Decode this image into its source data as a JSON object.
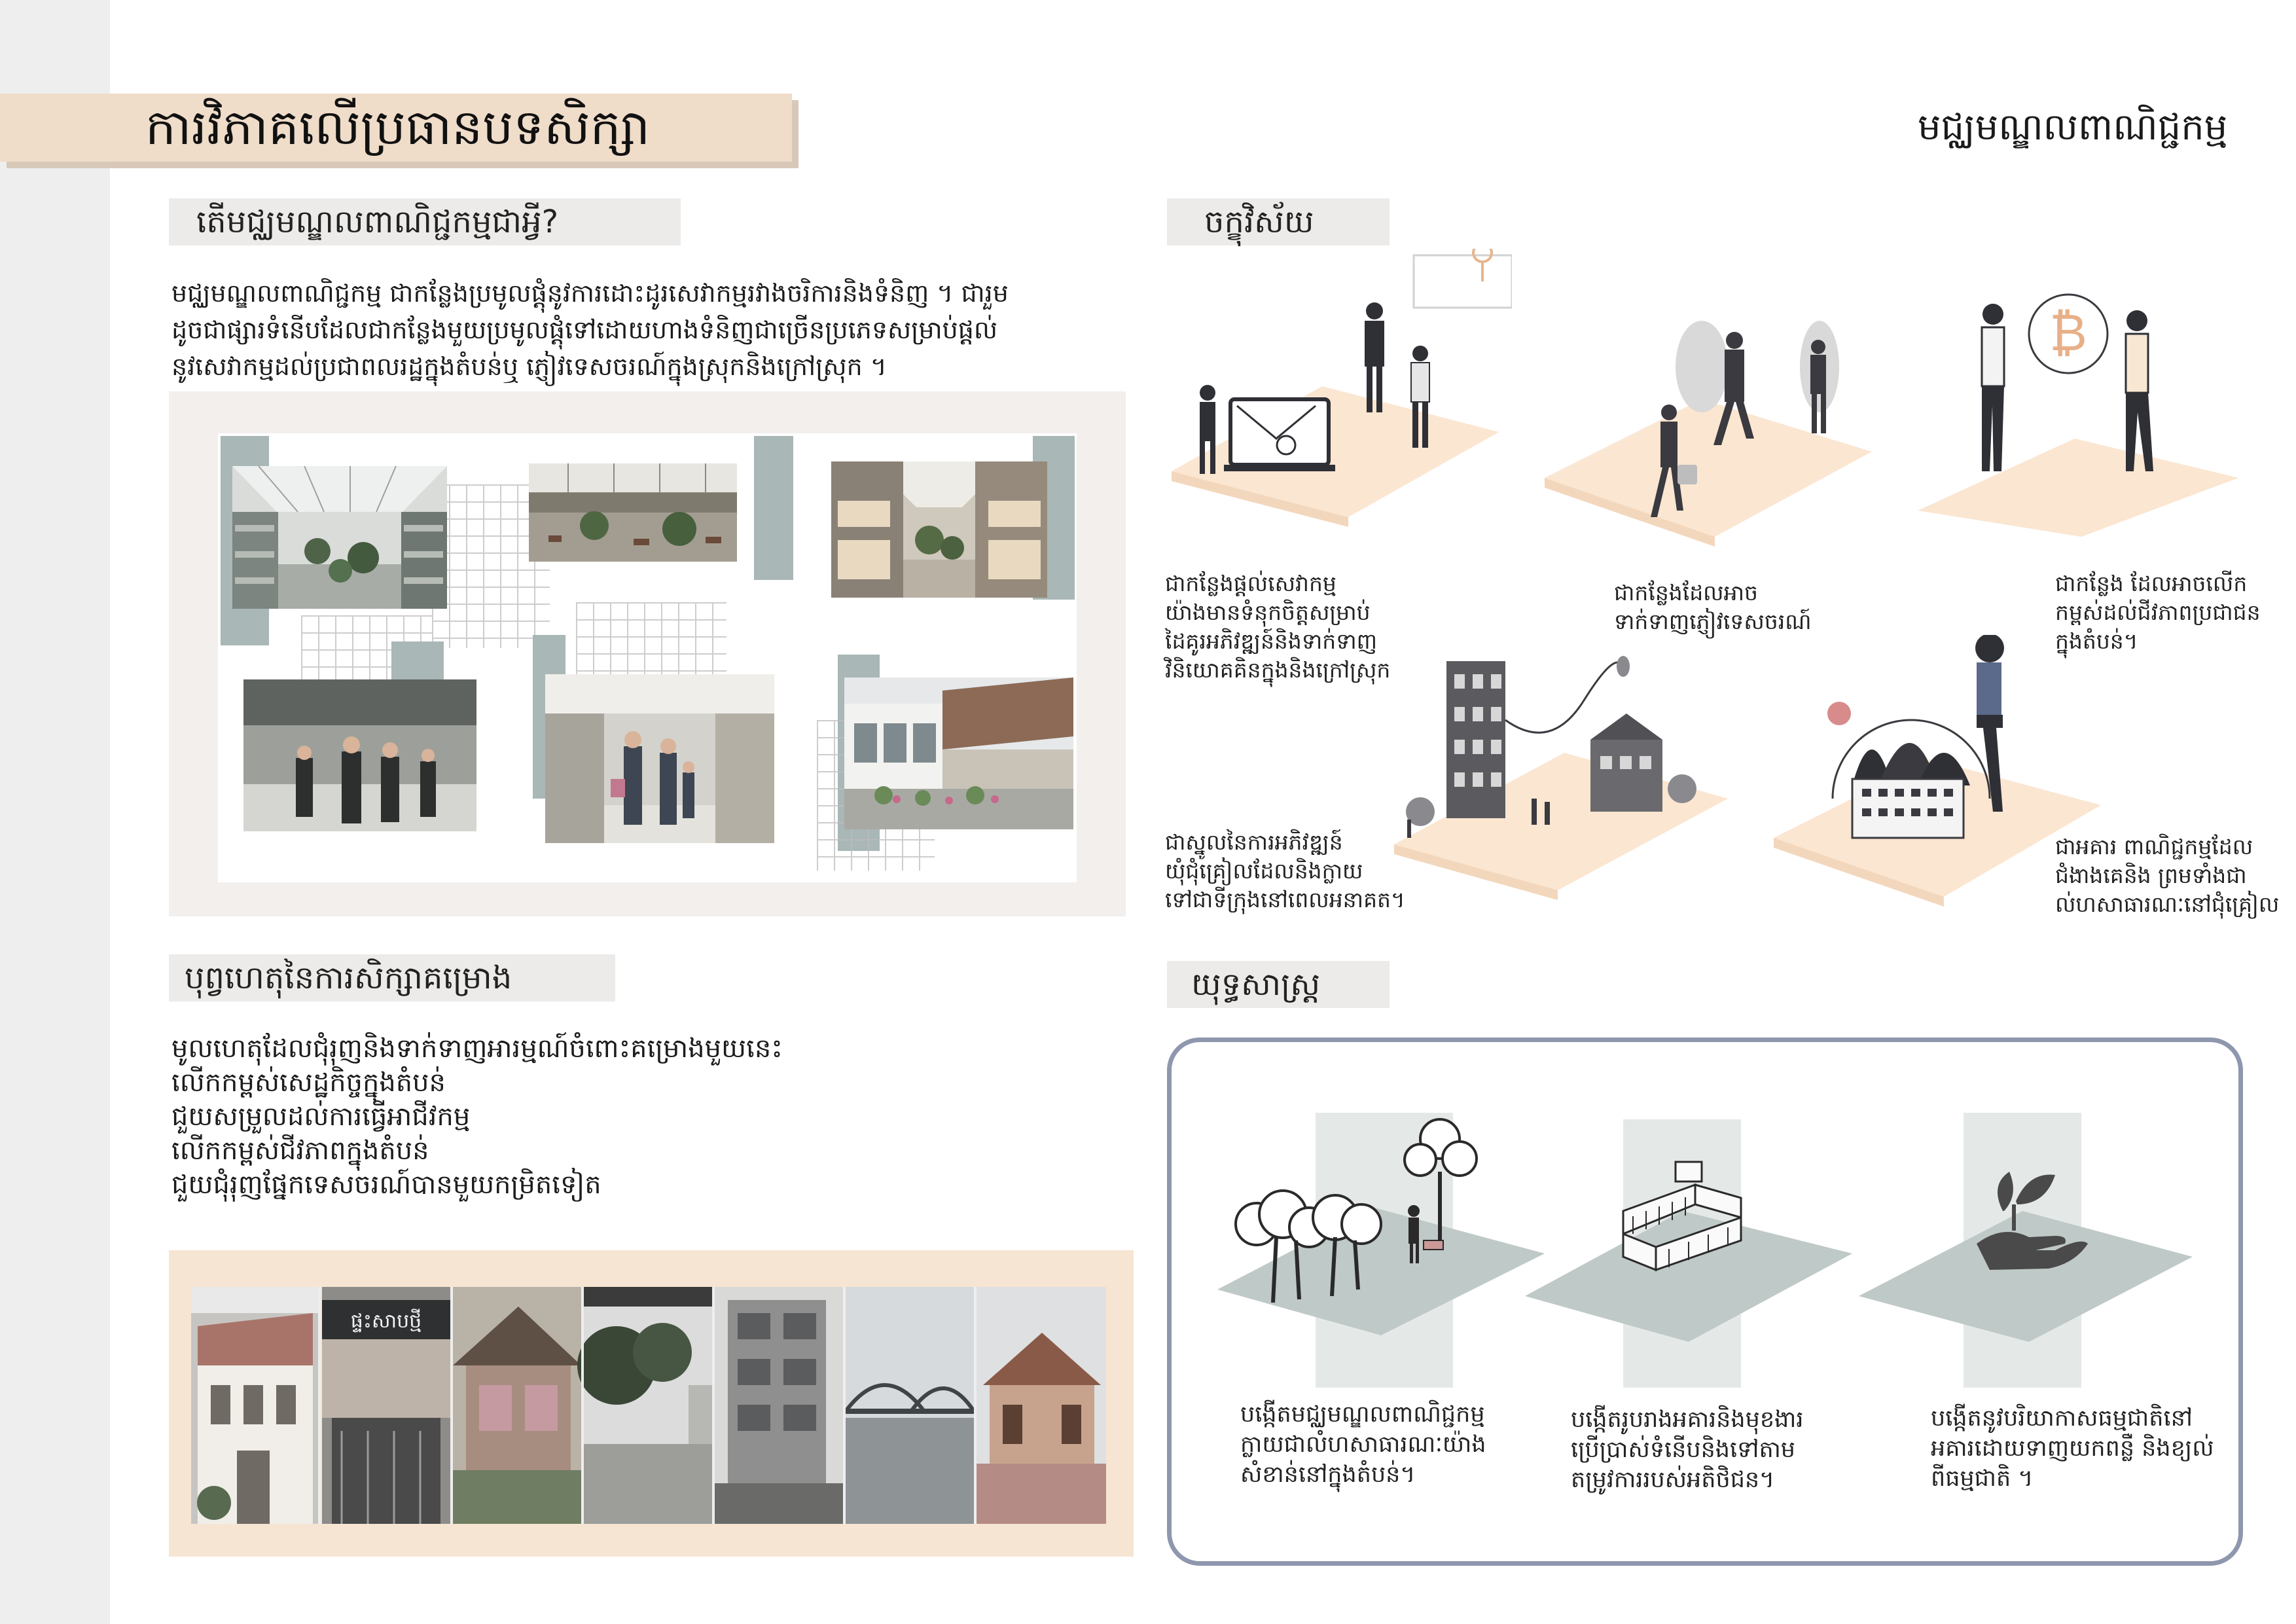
{
  "page": {
    "title": "ការវិភាគលើប្រធានបទសិក្សា",
    "project_name": "មជ្ឈមណ្ឌលពាណិជ្ជកម្ម"
  },
  "what_is": {
    "heading": "តើមជ្ឈមណ្ឌលពាណិជ្ជកម្មជាអ្វី?",
    "lines": [
      "មជ្ឈមណ្ឌលពាណិជ្ជកម្ម ជាកន្លែងប្រមូលផ្តុំនូវការដោះដូរសេវាកម្មរវាងចរិការនិងទំនិញ ។ ជារួម",
      "ដូចជាផ្សារទំនើបដែលជាកន្លែងមួយប្រមូលផ្តុំទៅដោយហាងទំនិញជាច្រើនប្រភេទសម្រាប់ផ្តល់",
      "នូវសេវាកម្មដល់ប្រជាពលរដ្ឋក្នុងតំបន់ឬ ភ្ញៀវទេសចរណ៍ក្នុងស្រុកនិងក្រៅស្រុក ។"
    ]
  },
  "vision": {
    "heading": "ចក្ខុវិស័យ",
    "captions": [
      [
        "ជាកន្លែងផ្តល់សេវាកម្ម",
        "យ៉ាងមានទំនុកចិត្តសម្រាប់",
        "ដៃគូរអភិវឌ្ឍន៍និងទាក់ទាញ",
        "វិនិយោគគិនក្នុងនិងក្រៅស្រុក"
      ],
      [
        "ជាកន្លែងដែលអាច",
        "ទាក់ទាញភ្ញៀវទេសចរណ៍"
      ],
      [
        "ជាកន្លែង ដែលអាចលើក",
        "កម្ពស់ដល់ជីវភាពប្រជាជន",
        "ក្នុងតំបន់។"
      ],
      [
        "ជាស្នូលនៃការអភិវឌ្ឍន៍",
        "យុំជុំគ្រៀលដែលនិងក្លាយ",
        "ទៅជាទីក្រុងនៅពេលអនាគត។"
      ],
      [
        "ជាអគារ ពាណិជ្ជកម្មដែល",
        "ជំងាងគេនិង ព្រមទាំងជា",
        "ល់ហសាធារណៈនៅជុំគ្រៀល"
      ]
    ]
  },
  "reason": {
    "heading": "បុព្វហេតុនៃការសិក្សាគម្រោង",
    "lines": [
      "មូលហេតុដែលជុំរុញនិងទាក់ទាញអារម្មណ៍ចំពោះគម្រោងមួយនេះ",
      "លើកកម្ពស់សេដ្ឋកិច្ចក្នុងតំបន់",
      "ជួយសម្រួលដល់ការធ្វើអាជីវកម្ម",
      "លើកកម្ពស់ជីវភាពក្នុងតំបន់",
      "ជួយជុំរុញផ្នែកទេសចរណ៍បានមួយកម្រិតទៀត"
    ]
  },
  "strategy": {
    "heading": "យុទ្ធសាស្រ្ត",
    "captions": [
      [
        "បង្កើតមជ្ឈមណ្ឌលពាណិជ្ជកម្ម",
        "ក្លាយជាលំហសាធារណៈយ៉ាង",
        "សំខាន់នៅក្នុងតំបន់។"
      ],
      [
        "បង្កើតរូបរាងអគារនិងមុខងារ",
        "ប្រើប្រាស់ទំនើបនិងទៅតាម",
        "តម្រូវការរបស់អតិថិជន។"
      ],
      [
        "បង្កើតនូវបរិយាកាសធម្មជាតិនៅ",
        "អគារដោយទាញយកពន្លឺ និងខ្យល់",
        "ពីធម្មជាតិ ។"
      ]
    ]
  },
  "historic_photos": {
    "sign_text": "ផ្ទះសាបថ្មី"
  },
  "colors": {
    "accent_peach": "#efdcc9",
    "iso_peach": "#fbe6d1",
    "sage": "#a9b7b6",
    "strategy_border": "#8e97ad",
    "heading_tag": "#ecebe9"
  }
}
